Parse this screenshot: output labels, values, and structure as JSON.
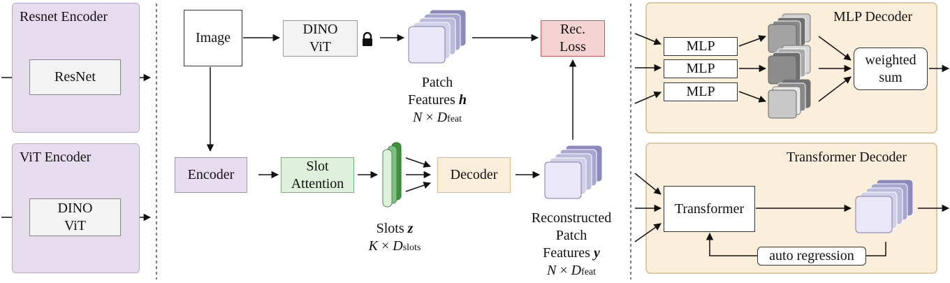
{
  "left_panel": {
    "resnet_encoder": {
      "title": "Resnet Encoder",
      "block": "ResNet"
    },
    "vit_encoder": {
      "title": "ViT Encoder",
      "block_line1": "DINO",
      "block_line2": "ViT"
    }
  },
  "center": {
    "image": "Image",
    "dino_line1": "DINO",
    "dino_line2": "ViT",
    "rec_loss_line1": "Rec.",
    "rec_loss_line2": "Loss",
    "patch_features_line1": "Patch",
    "patch_features_line2": "Features",
    "patch_features_symbol": "h",
    "patch_dim_n": "N",
    "patch_dim_times": "×",
    "patch_dim_d": "D",
    "patch_dim_sub": "feat",
    "encoder": "Encoder",
    "slot_attention_line1": "Slot",
    "slot_attention_line2": "Attention",
    "decoder": "Decoder",
    "slots_label": "Slots",
    "slots_symbol": "z",
    "slots_dim_k": "K",
    "slots_dim_times": "×",
    "slots_dim_d": "D",
    "slots_dim_sub": "slots",
    "recon_line1": "Reconstructed",
    "recon_line2": "Patch",
    "recon_line3": "Features",
    "recon_symbol": "y",
    "recon_dim_n": "N",
    "recon_dim_times": "×",
    "recon_dim_d": "D",
    "recon_dim_sub": "feat"
  },
  "right_panel": {
    "mlp_decoder": {
      "title": "MLP Decoder",
      "mlp_labels": [
        "MLP",
        "MLP",
        "MLP"
      ],
      "sum_line1": "weighted",
      "sum_line2": "sum"
    },
    "transformer_decoder": {
      "title": "Transformer Decoder",
      "block": "Transformer",
      "loop": "auto regression"
    }
  },
  "colors": {
    "purple_fill": "#e6dcee",
    "orange_fill": "#fbeedb",
    "green_fill": "#dff1dc",
    "red_fill": "#f6d3d3",
    "lavender_feature": "#e9e7f8",
    "dark_feature": "#8c89bd",
    "slot_green": "#5aa55a",
    "gray_mlp": "#8f8f8f"
  },
  "icons": [
    "lock-icon",
    "feature-stack-icon",
    "slot-stack-icon"
  ]
}
